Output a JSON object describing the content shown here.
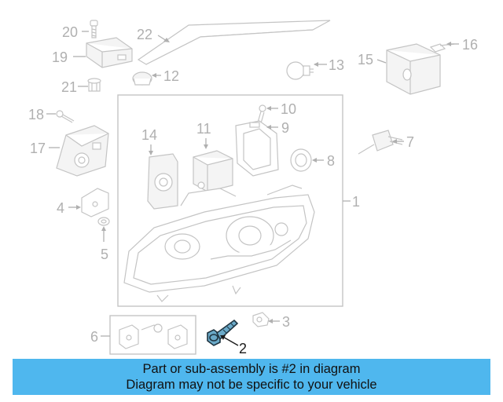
{
  "banner": {
    "line1": "Part or sub-assembly is #2 in diagram",
    "line2": "Diagram may not be specific to your vehicle",
    "color": "#4fb7ee"
  },
  "highlight_color": "#6aa9c8",
  "callouts": {
    "c1": "1",
    "c2": "2",
    "c3": "3",
    "c4": "4",
    "c5": "5",
    "c6": "6",
    "c7": "7",
    "c8": "8",
    "c9": "9",
    "c10": "10",
    "c11": "11",
    "c12": "12",
    "c13": "13",
    "c14": "14",
    "c15": "15",
    "c16": "16",
    "c17": "17",
    "c18": "18",
    "c19": "19",
    "c20": "20",
    "c21": "21",
    "c22": "22"
  }
}
